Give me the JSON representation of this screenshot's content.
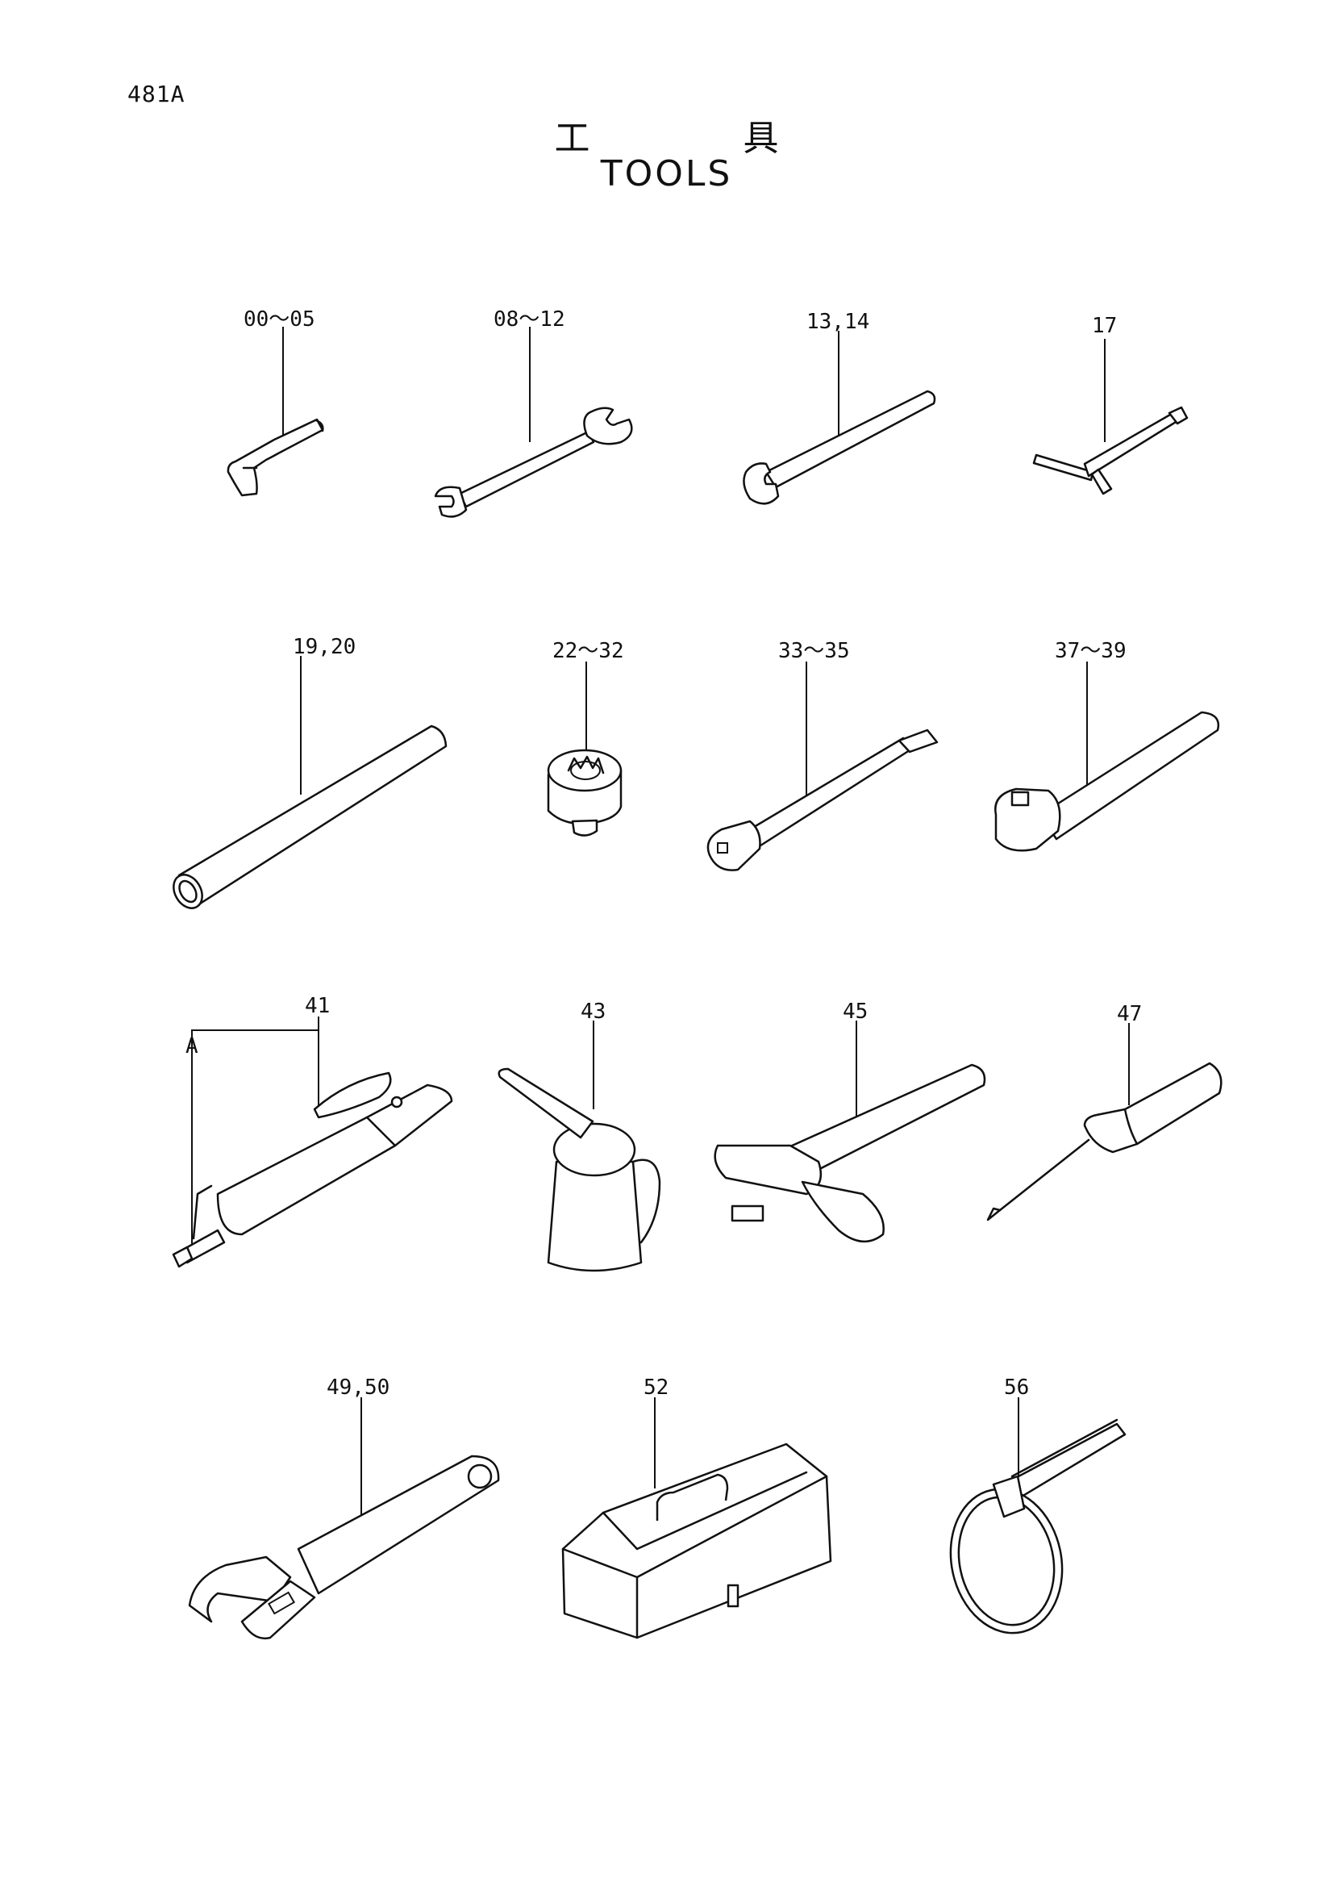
{
  "header": {
    "page_code": "481A",
    "title_jp": "工具",
    "title_en": "TOOLS"
  },
  "callouts": {
    "hex_key": "00～05",
    "double_open_wrench": "08～12",
    "single_open_wrench": "13,14",
    "t_wrench": "17",
    "pipe": "19,20",
    "socket": "22～32",
    "extension_bar": "33～35",
    "ratchet_handle": "37～39",
    "grease_gun": "41",
    "grease_gun_detail": "A",
    "oil_can": "43",
    "hammer": "45",
    "screwdriver": "47",
    "adjustable_wrench": "49,50",
    "tool_box": "52",
    "filter_wrench": "56"
  }
}
